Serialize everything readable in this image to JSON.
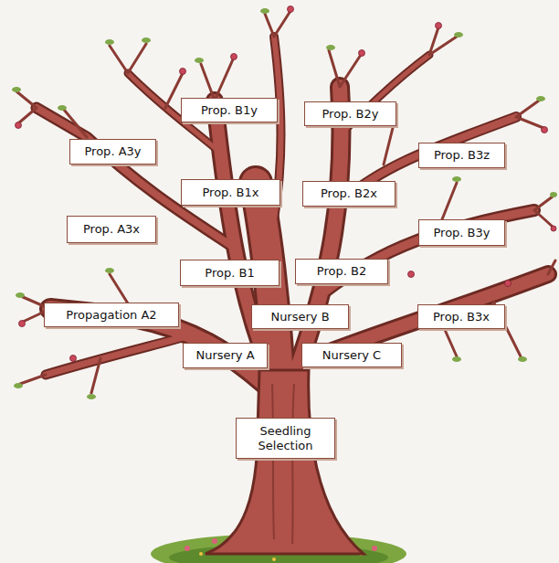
{
  "diagram": {
    "nodes": [
      {
        "text": [
          "Prop. B1y"
        ]
      },
      {
        "text": [
          "Prop. B2y"
        ]
      },
      {
        "text": [
          "Prop. A3y"
        ]
      },
      {
        "text": [
          "Prop. B3z"
        ]
      },
      {
        "text": [
          "Prop. B1x"
        ]
      },
      {
        "text": [
          "Prop. B2x"
        ]
      },
      {
        "text": [
          "Prop. A3x"
        ]
      },
      {
        "text": [
          "Prop. B3y"
        ]
      },
      {
        "text": [
          "Prop. B1"
        ]
      },
      {
        "text": [
          "Prop. B2"
        ]
      },
      {
        "text": [
          "Propagation A2"
        ]
      },
      {
        "text": [
          "Nursery B"
        ]
      },
      {
        "text": [
          "Prop. B3x"
        ]
      },
      {
        "text": [
          "Nursery A"
        ]
      },
      {
        "text": [
          "Nursery C"
        ]
      },
      {
        "text": [
          "Seedling Selection"
        ]
      }
    ]
  }
}
